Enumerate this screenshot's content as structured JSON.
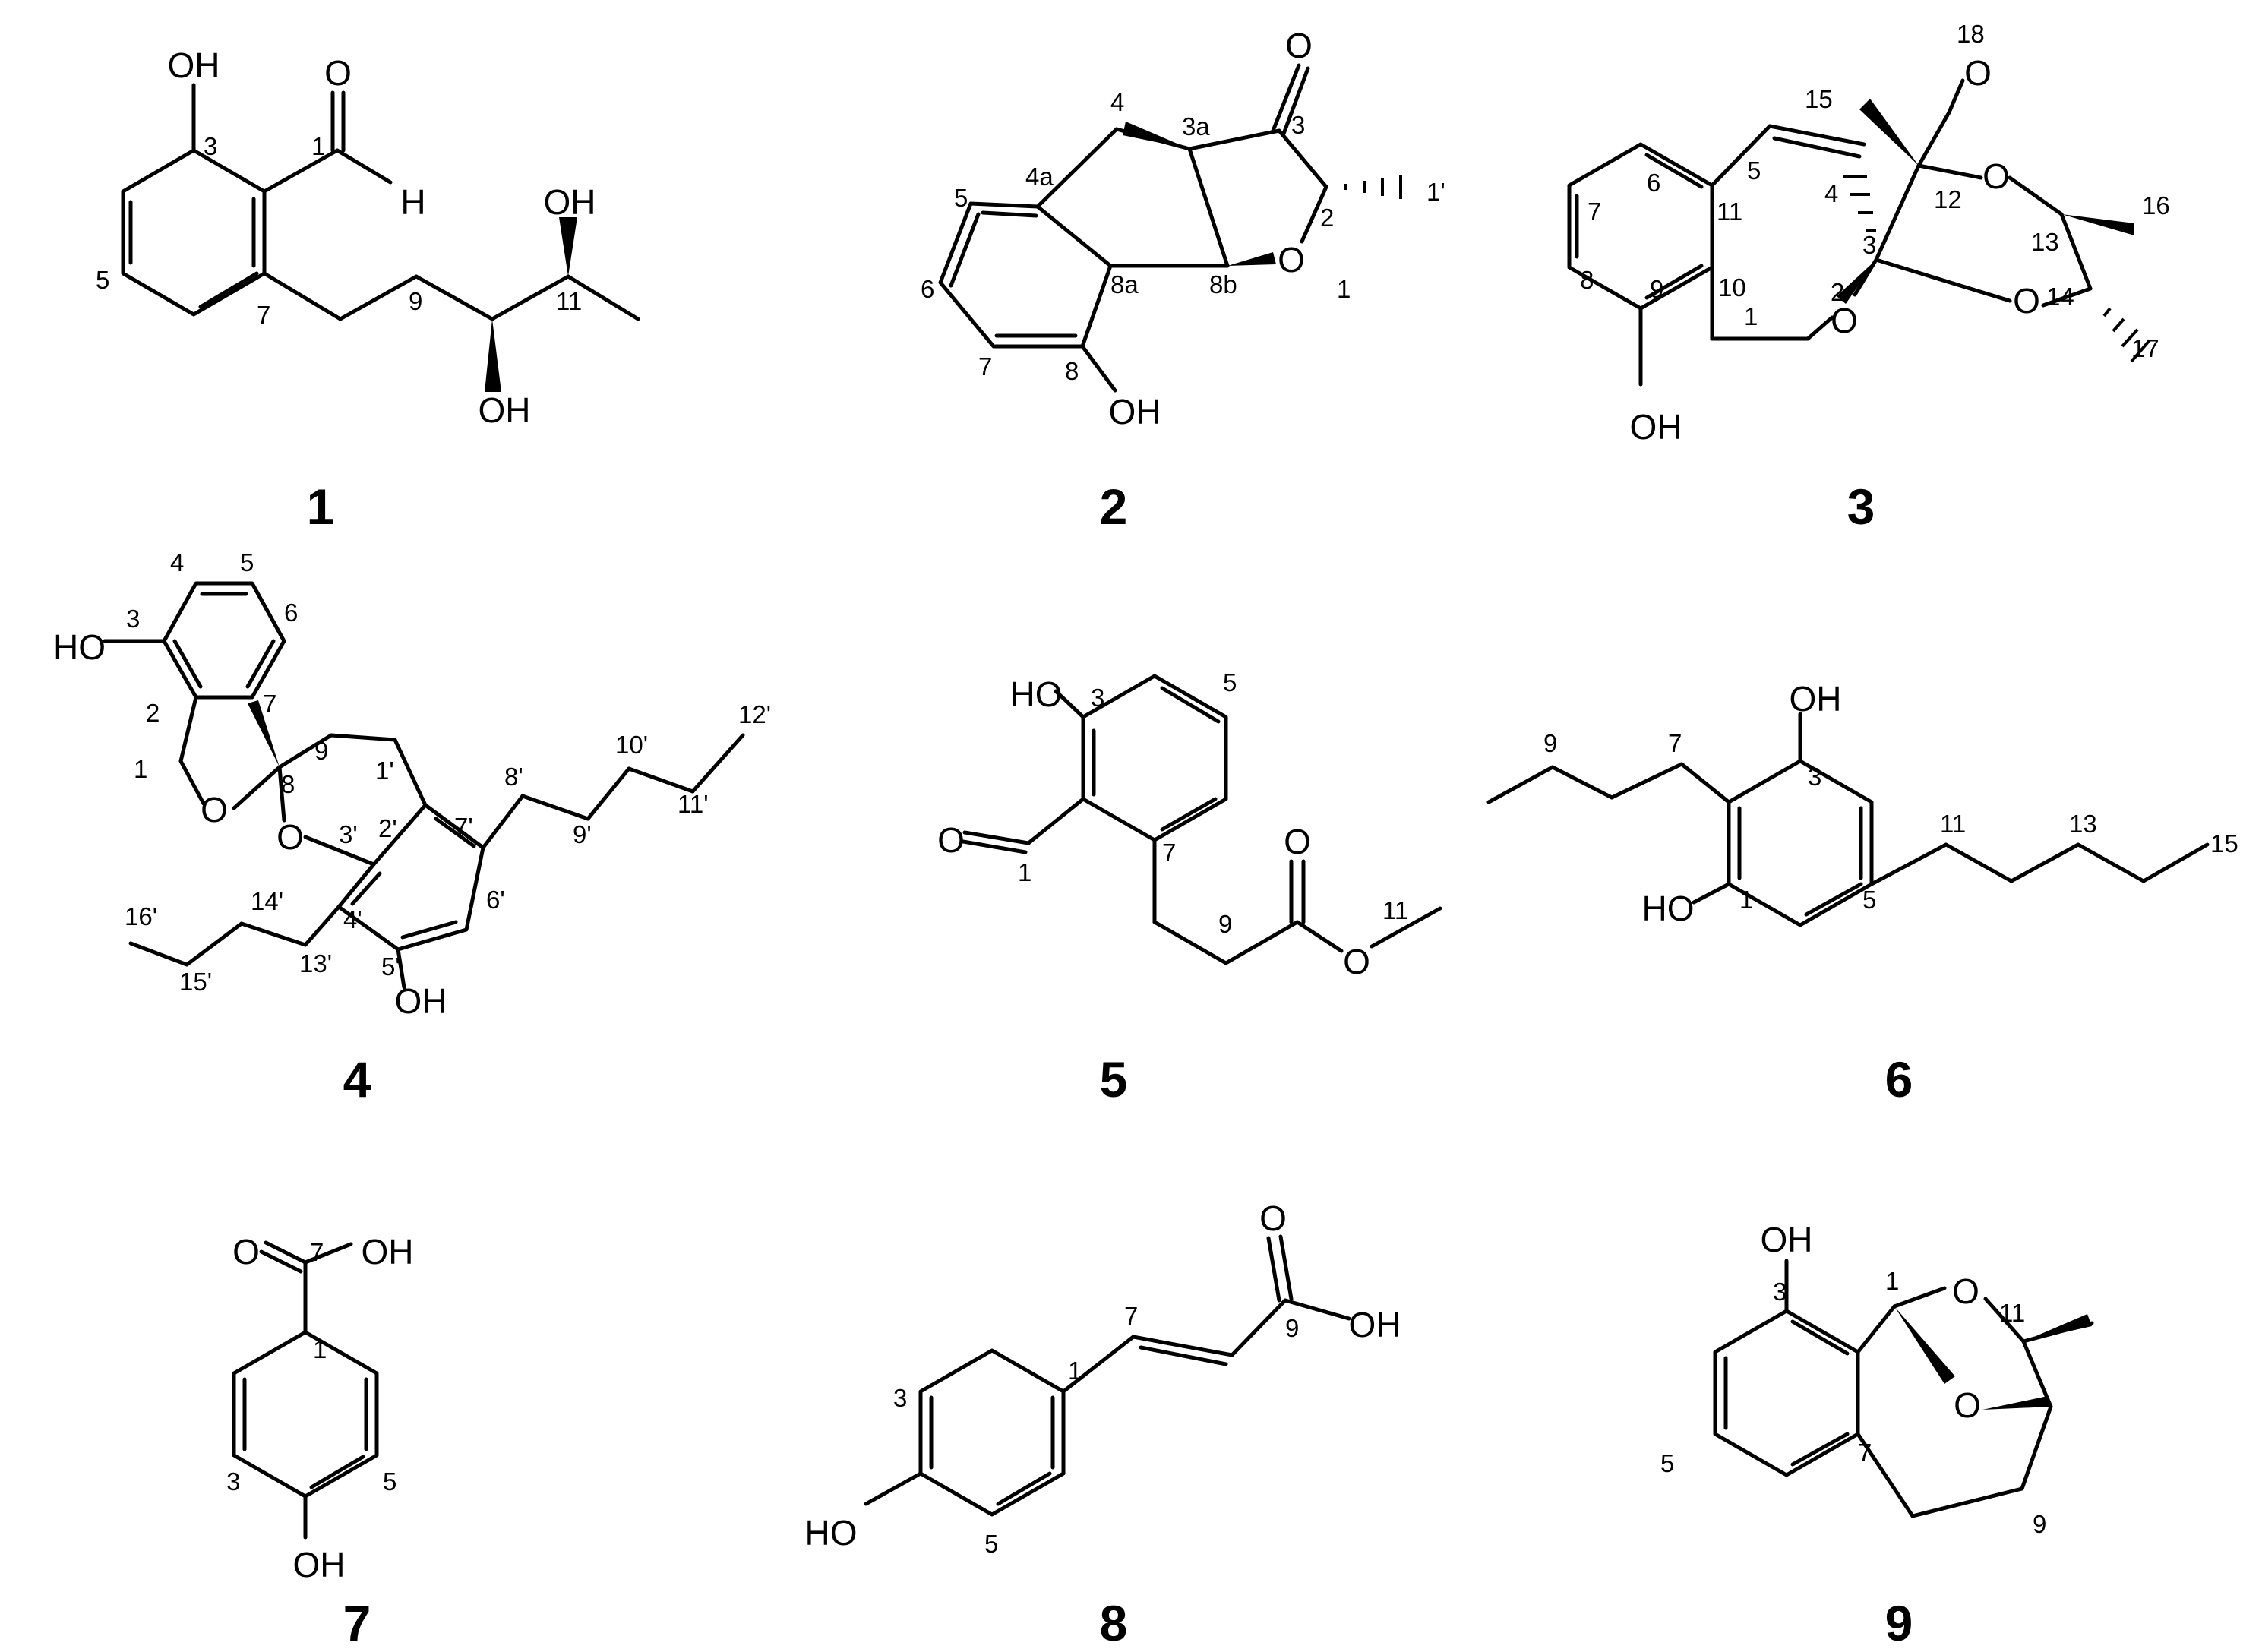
{
  "figure": {
    "background": "#ffffff",
    "ink": "#000000",
    "compounds": [
      {
        "id": "1",
        "atoms": [
          "OH",
          "O",
          "H",
          "OH",
          "OH"
        ],
        "numbering": [
          "1",
          "3",
          "5",
          "7",
          "9",
          "11"
        ]
      },
      {
        "id": "2",
        "atoms": [
          "O",
          "O",
          "OH"
        ],
        "numbering": [
          "4",
          "3a",
          "3",
          "4a",
          "5",
          "6",
          "7",
          "8",
          "8a",
          "8b",
          "2",
          "1'",
          "1"
        ]
      },
      {
        "id": "3",
        "atoms": [
          "O",
          "O",
          "O",
          "O",
          "OH"
        ],
        "numbering": [
          "18",
          "15",
          "16",
          "6",
          "5",
          "4",
          "12",
          "13",
          "11",
          "7",
          "8",
          "9",
          "10",
          "3",
          "14",
          "2",
          "1",
          "17"
        ]
      },
      {
        "id": "4",
        "atoms": [
          "HO",
          "O",
          "O",
          "OH"
        ],
        "numbering": [
          "4",
          "5",
          "6",
          "3",
          "2",
          "7",
          "1",
          "8",
          "9",
          "1'",
          "2'",
          "7'",
          "8'",
          "9'",
          "10'",
          "11'",
          "12'",
          "3'",
          "4'",
          "5'",
          "6'",
          "14'",
          "13'",
          "16'",
          "15'"
        ]
      },
      {
        "id": "5",
        "atoms": [
          "HO",
          "O",
          "O",
          "O"
        ],
        "numbering": [
          "3",
          "5",
          "1",
          "7",
          "9",
          "11"
        ]
      },
      {
        "id": "6",
        "atoms": [
          "OH",
          "HO"
        ],
        "numbering": [
          "9",
          "7",
          "3",
          "1",
          "5",
          "11",
          "13",
          "15"
        ]
      },
      {
        "id": "7",
        "atoms": [
          "O",
          "OH",
          "OH"
        ],
        "numbering": [
          "7",
          "1",
          "3",
          "5"
        ]
      },
      {
        "id": "8",
        "atoms": [
          "O",
          "OH",
          "HO"
        ],
        "numbering": [
          "7",
          "9",
          "1",
          "3",
          "5"
        ]
      },
      {
        "id": "9",
        "atoms": [
          "OH",
          "O",
          "O"
        ],
        "numbering": [
          "3",
          "1",
          "11",
          "5",
          "7",
          "9"
        ]
      }
    ]
  }
}
